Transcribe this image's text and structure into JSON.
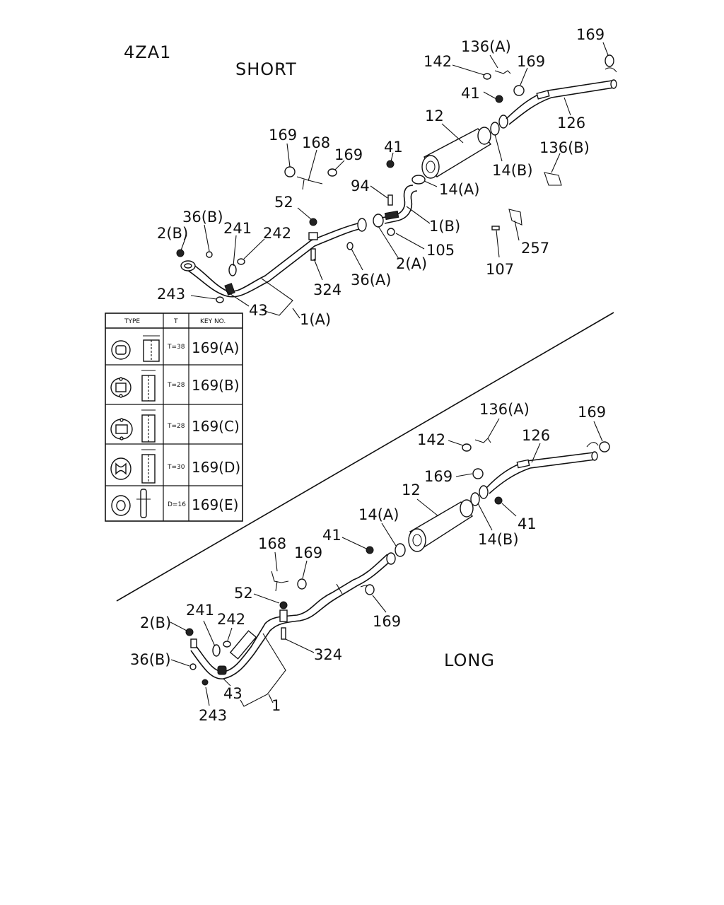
{
  "header": {
    "code": "4ZA1",
    "short_title": "SHORT",
    "long_title": "LONG"
  },
  "table": {
    "col_type": "TYPE",
    "col_t": "T",
    "col_key": "KEY NO.",
    "rows": [
      {
        "t": "T=38",
        "key": "169(A)"
      },
      {
        "t": "T=28",
        "key": "169(B)"
      },
      {
        "t": "T=28",
        "key": "169(C)"
      },
      {
        "t": "T=30",
        "key": "169(D)"
      },
      {
        "t": "D=16",
        "key": "169(E)"
      }
    ]
  },
  "short_labels": [
    "169",
    "136(A)",
    "142",
    "169",
    "41",
    "126",
    "12",
    "136(B)",
    "14(B)",
    "169",
    "168",
    "169",
    "41",
    "14(A)",
    "94",
    "52",
    "1(B)",
    "36(B)",
    "241",
    "242",
    "2(B)",
    "105",
    "2(A)",
    "257",
    "107",
    "36(A)",
    "324",
    "243",
    "43",
    "1(A)"
  ],
  "long_labels": [
    "136(A)",
    "169",
    "142",
    "126",
    "169",
    "12",
    "41",
    "14(B)",
    "14(A)",
    "41",
    "168",
    "169",
    "52",
    "169",
    "241",
    "242",
    "2(B)",
    "324",
    "36(B)",
    "43",
    "1",
    "243"
  ]
}
